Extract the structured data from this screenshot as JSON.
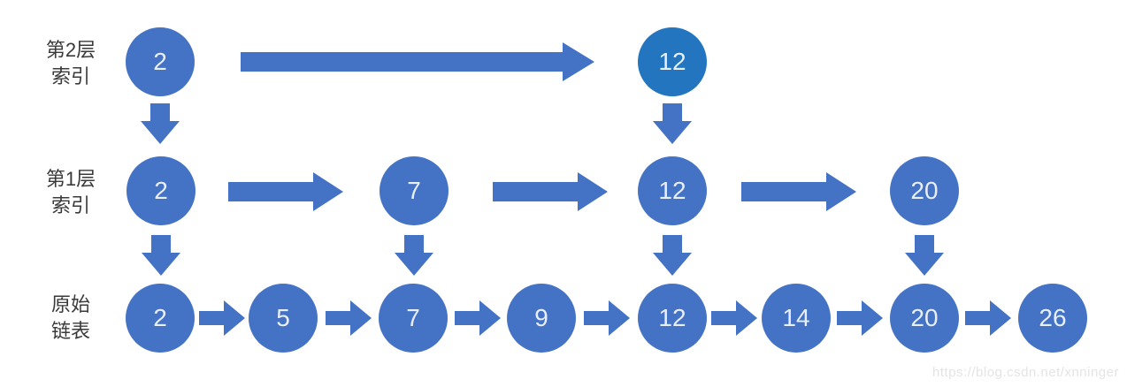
{
  "diagram": {
    "type": "skip-list",
    "rows": [
      {
        "label": {
          "line1": "第2层",
          "line2": "索引"
        },
        "nodes": [
          {
            "value": "2"
          },
          {
            "value": "12",
            "highlight": true
          }
        ]
      },
      {
        "label": {
          "line1": "第1层",
          "line2": "索引"
        },
        "nodes": [
          {
            "value": "2"
          },
          {
            "value": "7"
          },
          {
            "value": "12"
          },
          {
            "value": "20"
          }
        ]
      },
      {
        "label": {
          "line1": "原始",
          "line2": "链表"
        },
        "nodes": [
          {
            "value": "2"
          },
          {
            "value": "5"
          },
          {
            "value": "7"
          },
          {
            "value": "9"
          },
          {
            "value": "12"
          },
          {
            "value": "14"
          },
          {
            "value": "20"
          },
          {
            "value": "26"
          }
        ]
      }
    ],
    "colors": {
      "node_fill": "#4472C4",
      "node_fill_highlight": "#2275BE",
      "arrow_fill": "#4472C4",
      "node_text": "#E9EFFA",
      "label_text": "#3A3A3A",
      "watermark_text": "#E4E4E4"
    },
    "watermark": "https://blog.csdn.net/xnninger"
  }
}
